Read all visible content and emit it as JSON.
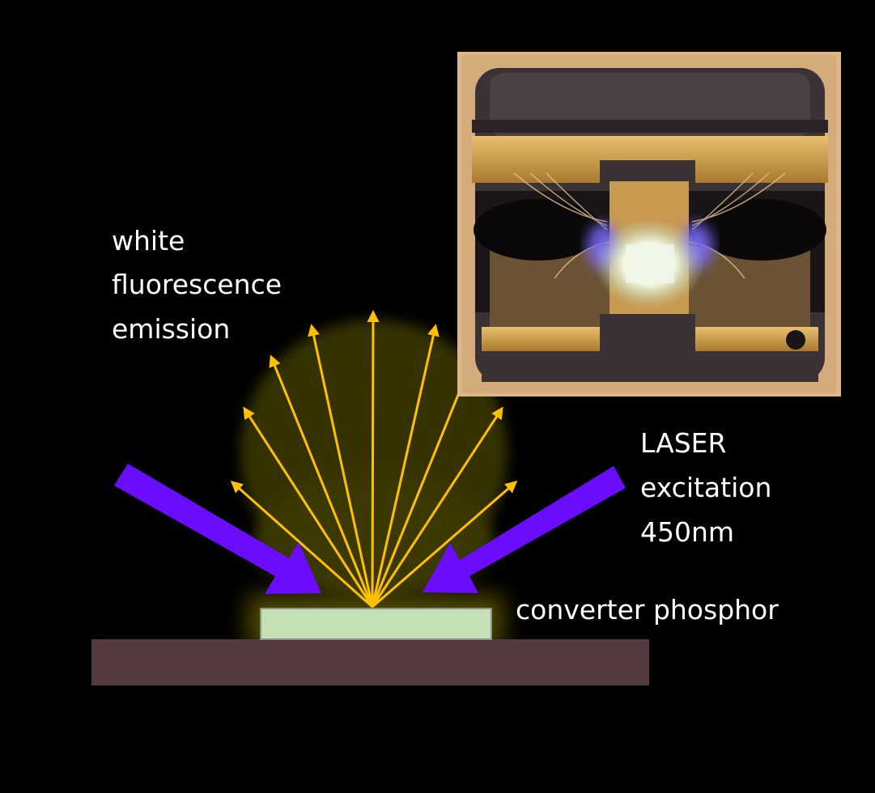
{
  "labels": {
    "emission": [
      "white",
      "fluorescence",
      "emission"
    ],
    "laser": [
      "LASER",
      "excitation",
      "450nm"
    ],
    "converter": "converter phosphor"
  },
  "colors": {
    "background": "#000000",
    "laser_beam": "#6a0dff",
    "emission_rays": "#ffc000",
    "phosphor": "#c5e0b4",
    "substrate": "#553a3f",
    "glow": "#4a4700",
    "text": "#ffffff"
  },
  "photo": {
    "subject": "laser-excited phosphor light source package photograph"
  }
}
